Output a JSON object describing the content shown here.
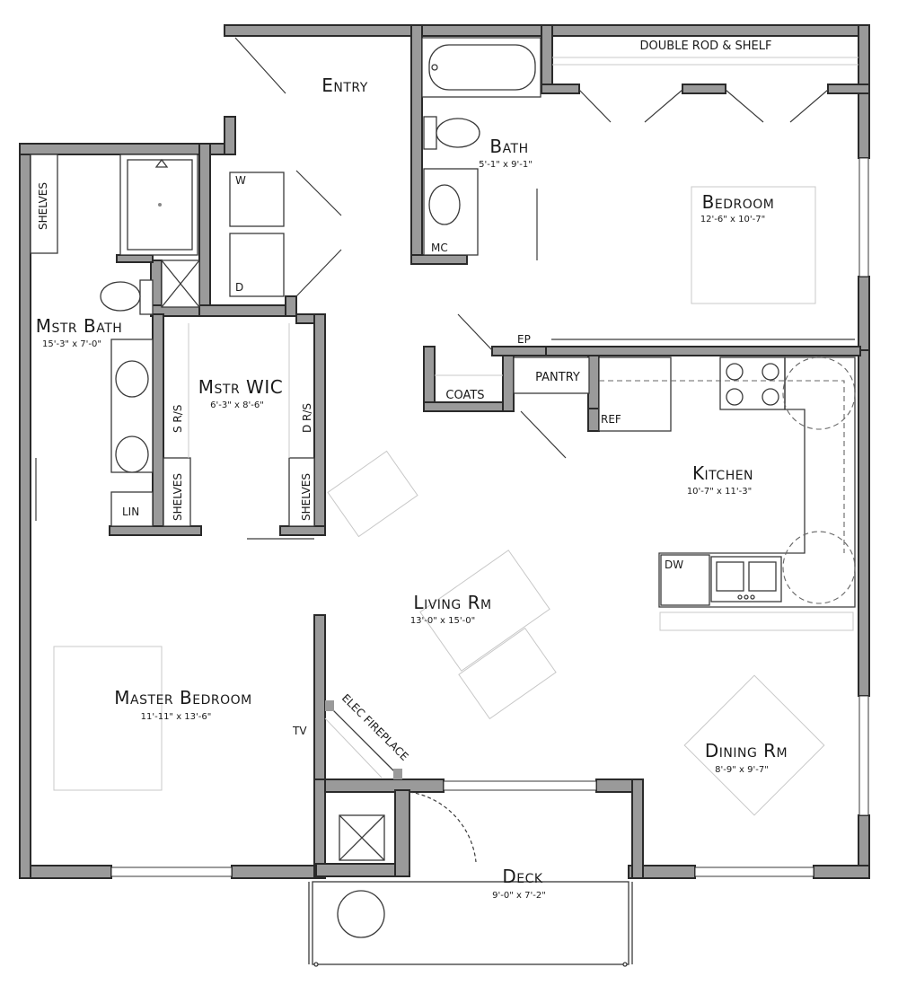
{
  "rooms": {
    "entry": {
      "name": "Entry"
    },
    "bath": {
      "name": "Bath",
      "dims": "5'-1\" x 9'-1\""
    },
    "bedroom": {
      "name": "Bedroom",
      "dims": "12'-6\" x 10'-7\""
    },
    "mstr_bath": {
      "name": "Mstr Bath",
      "dims": "15'-3\" x 7'-0\""
    },
    "mstr_wic": {
      "name": "Mstr WIC",
      "dims": "6'-3\" x 8'-6\""
    },
    "kitchen": {
      "name": "Kitchen",
      "dims": "10'-7\" x 11'-3\""
    },
    "living": {
      "name": "Living Rm",
      "dims": "13'-0\" x 15'-0\""
    },
    "master_bedroom": {
      "name": "Master Bedroom",
      "dims": "11'-11\" x 13'-6\""
    },
    "dining": {
      "name": "Dining Rm",
      "dims": "8'-9\" x 9'-7\""
    },
    "deck": {
      "name": "Deck",
      "dims": "9'-0\" x 7'-2\""
    }
  },
  "labels": {
    "double_rod": "DOUBLE ROD & SHELF",
    "shelves": "SHELVES",
    "mc": "MC",
    "ep": "EP",
    "pantry": "PANTRY",
    "coats": "COATS",
    "ref": "REF",
    "dw": "DW",
    "lin": "LIN",
    "s_rs": "S R/S",
    "d_rs": "D R/S",
    "washer": "W",
    "dryer": "D",
    "tv": "TV",
    "elec_fireplace": "ELEC FIREPLACE"
  }
}
